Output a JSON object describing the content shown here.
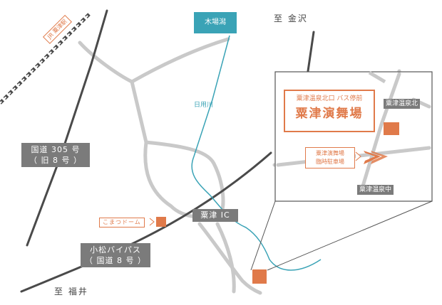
{
  "places": {
    "destination_north": "至 金沢",
    "destination_south": "至 福井",
    "kibagata": "木場潟",
    "jr_awazu": "JR 粟津駅",
    "route305_line1": "国道 305 号",
    "route305_line2": "（ 旧 8 号 ）",
    "bypass_line1": "小松バイパス",
    "bypass_line2": "（ 国道 8 号 ）",
    "awazu_ic": "粟津 IC",
    "komatsu_dome": "こまつドーム",
    "river": "日用川"
  },
  "inset": {
    "bus_stop": "粟津温泉北口 バス停前",
    "venue": "粟津演舞場",
    "parking_line1": "粟津演舞場",
    "parking_line2": "臨時駐車場",
    "onsen_north": "粟津温泉北",
    "onsen_middle": "粟津温泉中"
  },
  "colors": {
    "road": "#c9c9c9",
    "main_road": "#4a4a4a",
    "river": "#3aa3b6",
    "accent": "#e07a4a",
    "label_box": "#7b7b7b",
    "kibagata_box": "#3aa3b6"
  }
}
